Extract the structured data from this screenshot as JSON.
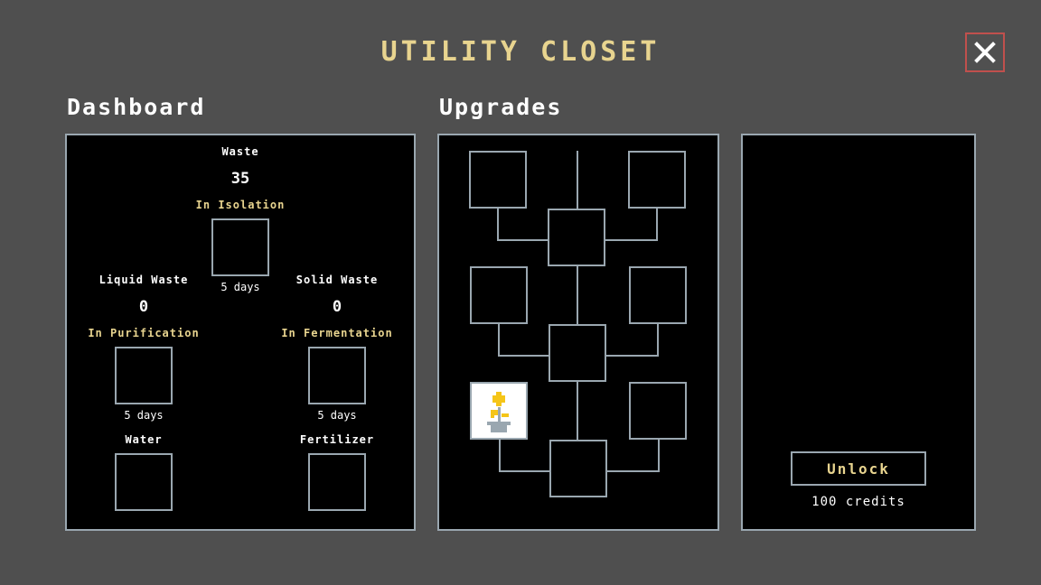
{
  "header": {
    "title": "UTILITY CLOSET"
  },
  "dashboard": {
    "heading": "Dashboard",
    "waste": {
      "label": "Waste",
      "value": "35",
      "process": "In Isolation",
      "duration": "5 days"
    },
    "liquid_waste": {
      "label": "Liquid Waste",
      "value": "0",
      "process": "In Purification",
      "duration": "5 days"
    },
    "solid_waste": {
      "label": "Solid Waste",
      "value": "0",
      "process": "In Fermentation",
      "duration": "5 days"
    },
    "water": {
      "label": "Water"
    },
    "fertilizer": {
      "label": "Fertilizer"
    }
  },
  "upgrades": {
    "heading": "Upgrades",
    "unlocked_icon": "sprout-plant-icon"
  },
  "detail": {
    "unlock_label": "Unlock",
    "cost": "100 credits"
  },
  "colors": {
    "background": "#4f4f4f",
    "panel": "#000000",
    "border": "#9aa7b0",
    "accent_gold": "#e8d48f",
    "close_border": "#c0504d",
    "sprout_yellow": "#f5c518"
  }
}
